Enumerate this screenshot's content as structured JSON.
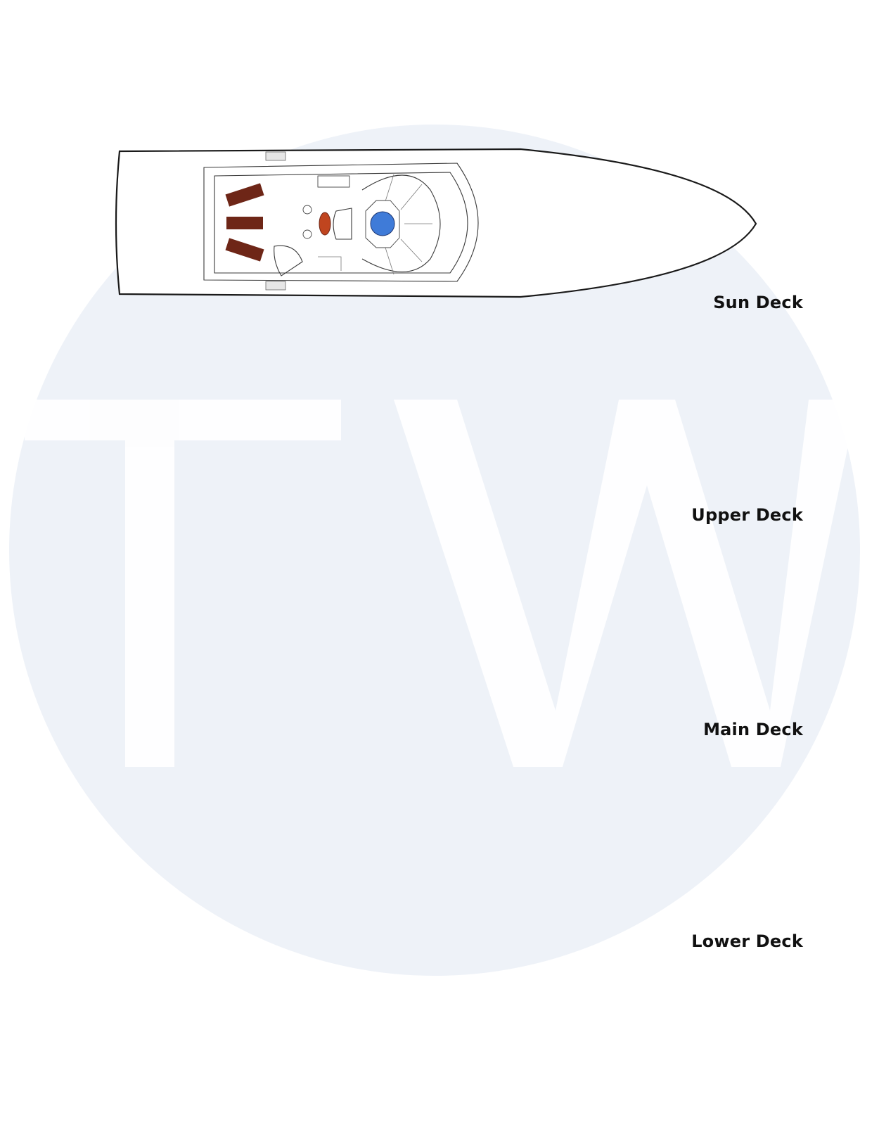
{
  "decks": [
    {
      "id": "sun",
      "label": "Sun Deck"
    },
    {
      "id": "upper",
      "label": "Upper Deck"
    },
    {
      "id": "main",
      "label": "Main Deck"
    },
    {
      "id": "lower",
      "label": "Lower Deck"
    }
  ],
  "watermark": {
    "text": "TW"
  },
  "colors": {
    "teak": "#b8492e",
    "interior": "#f6f6dc",
    "soft_furnishing": "#c9d2ee",
    "watermark": "#e9eef5"
  }
}
